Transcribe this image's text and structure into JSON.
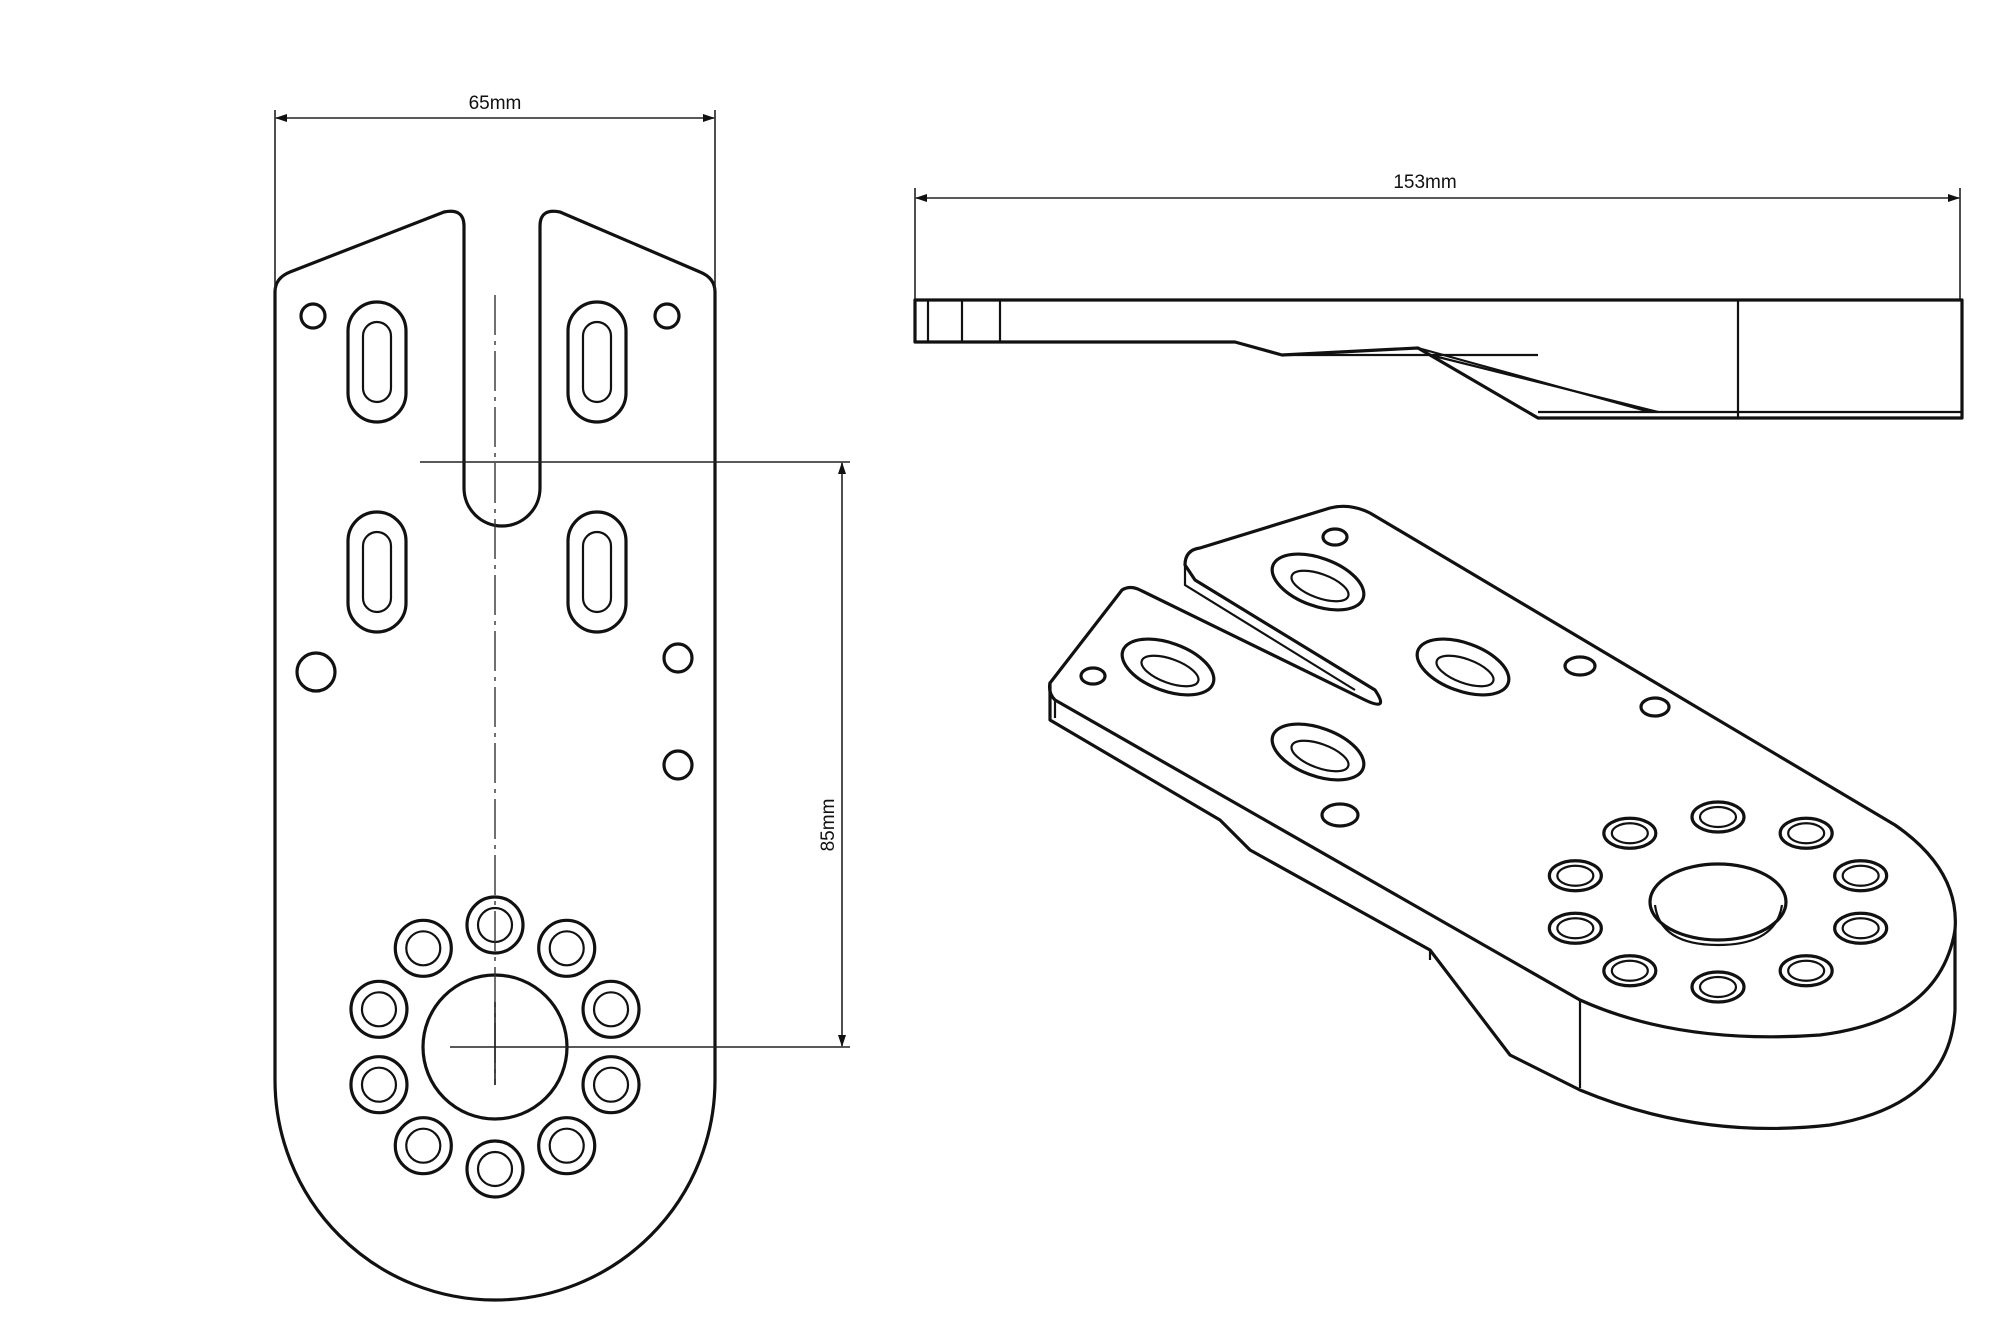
{
  "dimensions": {
    "width_label": "65mm",
    "length_label": "153mm",
    "hole_spacing_label": "85mm"
  },
  "colors": {
    "background": "#ffffff",
    "line": "#111111"
  }
}
